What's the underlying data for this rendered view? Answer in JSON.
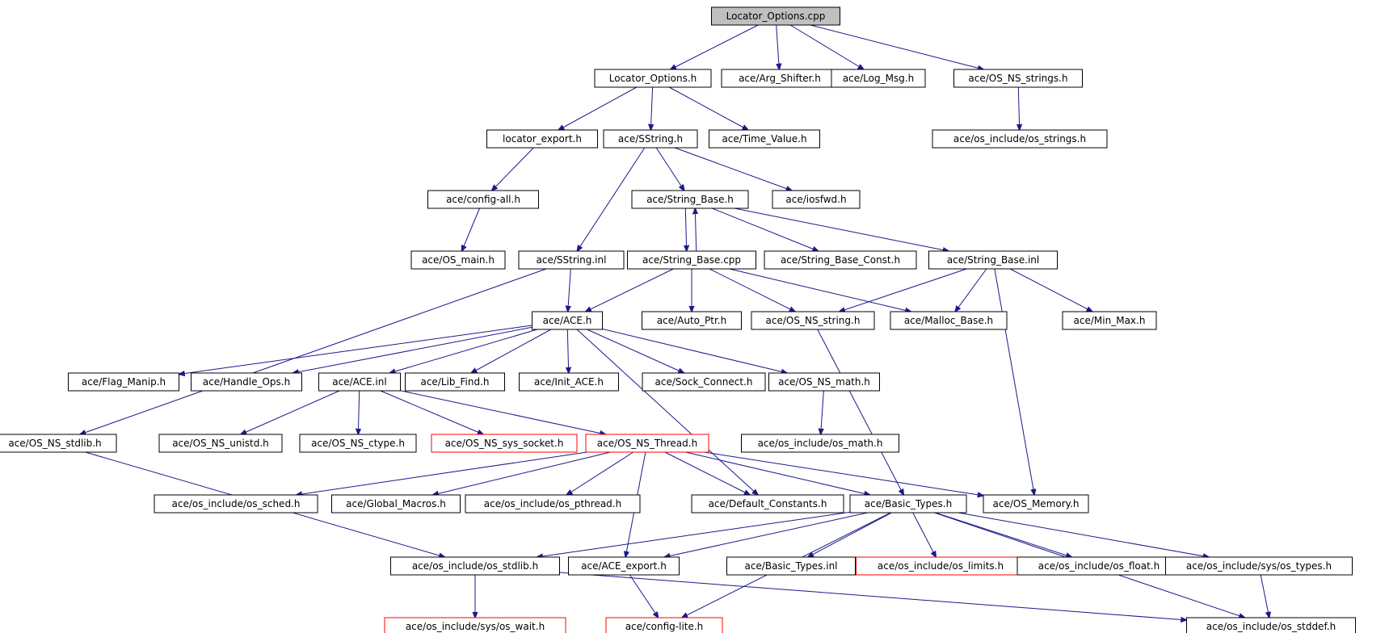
{
  "colors": {
    "edge": "#1a1a8c",
    "node_border_normal": "#000000",
    "node_border_missing": "#ff0000",
    "root_fill": "#bfbfbf",
    "node_fill": "#ffffff"
  },
  "nodes": {
    "root": {
      "label": "Locator_Options.cpp",
      "style": "root"
    },
    "locopt_h": {
      "label": "Locator_Options.h",
      "style": "normal"
    },
    "arg_shifter": {
      "label": "ace/Arg_Shifter.h",
      "style": "normal"
    },
    "log_msg": {
      "label": "ace/Log_Msg.h",
      "style": "normal"
    },
    "os_ns_strings": {
      "label": "ace/OS_NS_strings.h",
      "style": "normal"
    },
    "locator_export": {
      "label": "locator_export.h",
      "style": "normal"
    },
    "sstring_h": {
      "label": "ace/SString.h",
      "style": "normal"
    },
    "time_value": {
      "label": "ace/Time_Value.h",
      "style": "normal"
    },
    "os_strings_inc": {
      "label": "ace/os_include/os_strings.h",
      "style": "normal"
    },
    "config_all": {
      "label": "ace/config-all.h",
      "style": "normal"
    },
    "string_base_h": {
      "label": "ace/String_Base.h",
      "style": "normal"
    },
    "iosfwd": {
      "label": "ace/iosfwd.h",
      "style": "normal"
    },
    "os_main": {
      "label": "ace/OS_main.h",
      "style": "normal"
    },
    "sstring_inl": {
      "label": "ace/SString.inl",
      "style": "normal"
    },
    "string_base_cpp": {
      "label": "ace/String_Base.cpp",
      "style": "normal"
    },
    "string_base_const": {
      "label": "ace/String_Base_Const.h",
      "style": "normal"
    },
    "string_base_inl": {
      "label": "ace/String_Base.inl",
      "style": "normal"
    },
    "ace_h": {
      "label": "ace/ACE.h",
      "style": "normal"
    },
    "auto_ptr": {
      "label": "ace/Auto_Ptr.h",
      "style": "normal"
    },
    "os_ns_string": {
      "label": "ace/OS_NS_string.h",
      "style": "normal"
    },
    "malloc_base": {
      "label": "ace/Malloc_Base.h",
      "style": "normal"
    },
    "min_max": {
      "label": "ace/Min_Max.h",
      "style": "normal"
    },
    "flag_manip": {
      "label": "ace/Flag_Manip.h",
      "style": "normal"
    },
    "handle_ops": {
      "label": "ace/Handle_Ops.h",
      "style": "normal"
    },
    "ace_inl": {
      "label": "ace/ACE.inl",
      "style": "normal"
    },
    "lib_find": {
      "label": "ace/Lib_Find.h",
      "style": "normal"
    },
    "init_ace": {
      "label": "ace/Init_ACE.h",
      "style": "normal"
    },
    "sock_connect": {
      "label": "ace/Sock_Connect.h",
      "style": "normal"
    },
    "os_ns_math": {
      "label": "ace/OS_NS_math.h",
      "style": "normal"
    },
    "os_ns_stdlib": {
      "label": "ace/OS_NS_stdlib.h",
      "style": "normal"
    },
    "os_ns_unistd": {
      "label": "ace/OS_NS_unistd.h",
      "style": "normal"
    },
    "os_ns_ctype": {
      "label": "ace/OS_NS_ctype.h",
      "style": "normal"
    },
    "os_ns_sys_socket": {
      "label": "ace/OS_NS_sys_socket.h",
      "style": "missing"
    },
    "os_ns_thread": {
      "label": "ace/OS_NS_Thread.h",
      "style": "missing"
    },
    "os_math_inc": {
      "label": "ace/os_include/os_math.h",
      "style": "normal"
    },
    "os_sched": {
      "label": "ace/os_include/os_sched.h",
      "style": "normal"
    },
    "global_macros": {
      "label": "ace/Global_Macros.h",
      "style": "normal"
    },
    "os_pthread": {
      "label": "ace/os_include/os_pthread.h",
      "style": "normal"
    },
    "default_constants": {
      "label": "ace/Default_Constants.h",
      "style": "normal"
    },
    "basic_types_h": {
      "label": "ace/Basic_Types.h",
      "style": "normal"
    },
    "os_memory": {
      "label": "ace/OS_Memory.h",
      "style": "normal"
    },
    "os_stdlib_inc": {
      "label": "ace/os_include/os_stdlib.h",
      "style": "normal"
    },
    "ace_export": {
      "label": "ace/ACE_export.h",
      "style": "normal"
    },
    "basic_types_inl": {
      "label": "ace/Basic_Types.inl",
      "style": "normal"
    },
    "os_limits": {
      "label": "ace/os_include/os_limits.h",
      "style": "missing"
    },
    "os_float": {
      "label": "ace/os_include/os_float.h",
      "style": "normal"
    },
    "os_types": {
      "label": "ace/os_include/sys/os_types.h",
      "style": "normal"
    },
    "os_wait": {
      "label": "ace/os_include/sys/os_wait.h",
      "style": "missing"
    },
    "config_lite": {
      "label": "ace/config-lite.h",
      "style": "missing"
    },
    "os_stddef": {
      "label": "ace/os_include/os_stddef.h",
      "style": "normal"
    }
  },
  "edges": [
    [
      "root",
      "locopt_h"
    ],
    [
      "root",
      "arg_shifter"
    ],
    [
      "root",
      "log_msg"
    ],
    [
      "root",
      "os_ns_strings"
    ],
    [
      "locopt_h",
      "locator_export"
    ],
    [
      "locopt_h",
      "sstring_h"
    ],
    [
      "locopt_h",
      "time_value"
    ],
    [
      "os_ns_strings",
      "os_strings_inc"
    ],
    [
      "locator_export",
      "config_all"
    ],
    [
      "config_all",
      "os_main"
    ],
    [
      "sstring_h",
      "string_base_h"
    ],
    [
      "sstring_h",
      "iosfwd"
    ],
    [
      "sstring_h",
      "sstring_inl"
    ],
    [
      "string_base_h",
      "string_base_cpp"
    ],
    [
      "string_base_cpp",
      "string_base_h"
    ],
    [
      "string_base_h",
      "string_base_const"
    ],
    [
      "string_base_h",
      "string_base_inl"
    ],
    [
      "sstring_inl",
      "ace_h"
    ],
    [
      "sstring_inl",
      "os_ns_stdlib"
    ],
    [
      "string_base_cpp",
      "ace_h"
    ],
    [
      "string_base_cpp",
      "auto_ptr"
    ],
    [
      "string_base_cpp",
      "os_ns_string"
    ],
    [
      "string_base_cpp",
      "malloc_base"
    ],
    [
      "string_base_inl",
      "os_ns_string"
    ],
    [
      "string_base_inl",
      "malloc_base"
    ],
    [
      "string_base_inl",
      "min_max"
    ],
    [
      "string_base_inl",
      "os_memory"
    ],
    [
      "os_ns_string",
      "basic_types_h"
    ],
    [
      "ace_h",
      "flag_manip"
    ],
    [
      "ace_h",
      "handle_ops"
    ],
    [
      "ace_h",
      "ace_inl"
    ],
    [
      "ace_h",
      "lib_find"
    ],
    [
      "ace_h",
      "init_ace"
    ],
    [
      "ace_h",
      "sock_connect"
    ],
    [
      "ace_h",
      "os_ns_math"
    ],
    [
      "ace_h",
      "default_constants"
    ],
    [
      "ace_inl",
      "os_ns_unistd"
    ],
    [
      "ace_inl",
      "os_ns_ctype"
    ],
    [
      "ace_inl",
      "os_ns_sys_socket"
    ],
    [
      "ace_inl",
      "os_ns_thread"
    ],
    [
      "os_ns_math",
      "os_math_inc"
    ],
    [
      "os_ns_stdlib",
      "os_stdlib_inc"
    ],
    [
      "os_ns_thread",
      "os_sched"
    ],
    [
      "os_ns_thread",
      "global_macros"
    ],
    [
      "os_ns_thread",
      "os_pthread"
    ],
    [
      "os_ns_thread",
      "default_constants"
    ],
    [
      "os_ns_thread",
      "basic_types_h"
    ],
    [
      "os_ns_thread",
      "os_memory"
    ],
    [
      "os_ns_thread",
      "ace_export"
    ],
    [
      "basic_types_h",
      "os_stdlib_inc"
    ],
    [
      "basic_types_h",
      "ace_export"
    ],
    [
      "basic_types_h",
      "config_lite"
    ],
    [
      "basic_types_h",
      "basic_types_inl"
    ],
    [
      "basic_types_h",
      "os_limits"
    ],
    [
      "basic_types_h",
      "os_float"
    ],
    [
      "basic_types_h",
      "os_types"
    ],
    [
      "basic_types_h",
      "os_stddef"
    ],
    [
      "os_stdlib_inc",
      "os_wait"
    ],
    [
      "os_stdlib_inc",
      "os_stddef"
    ],
    [
      "ace_export",
      "config_lite"
    ],
    [
      "os_types",
      "os_stddef"
    ]
  ]
}
